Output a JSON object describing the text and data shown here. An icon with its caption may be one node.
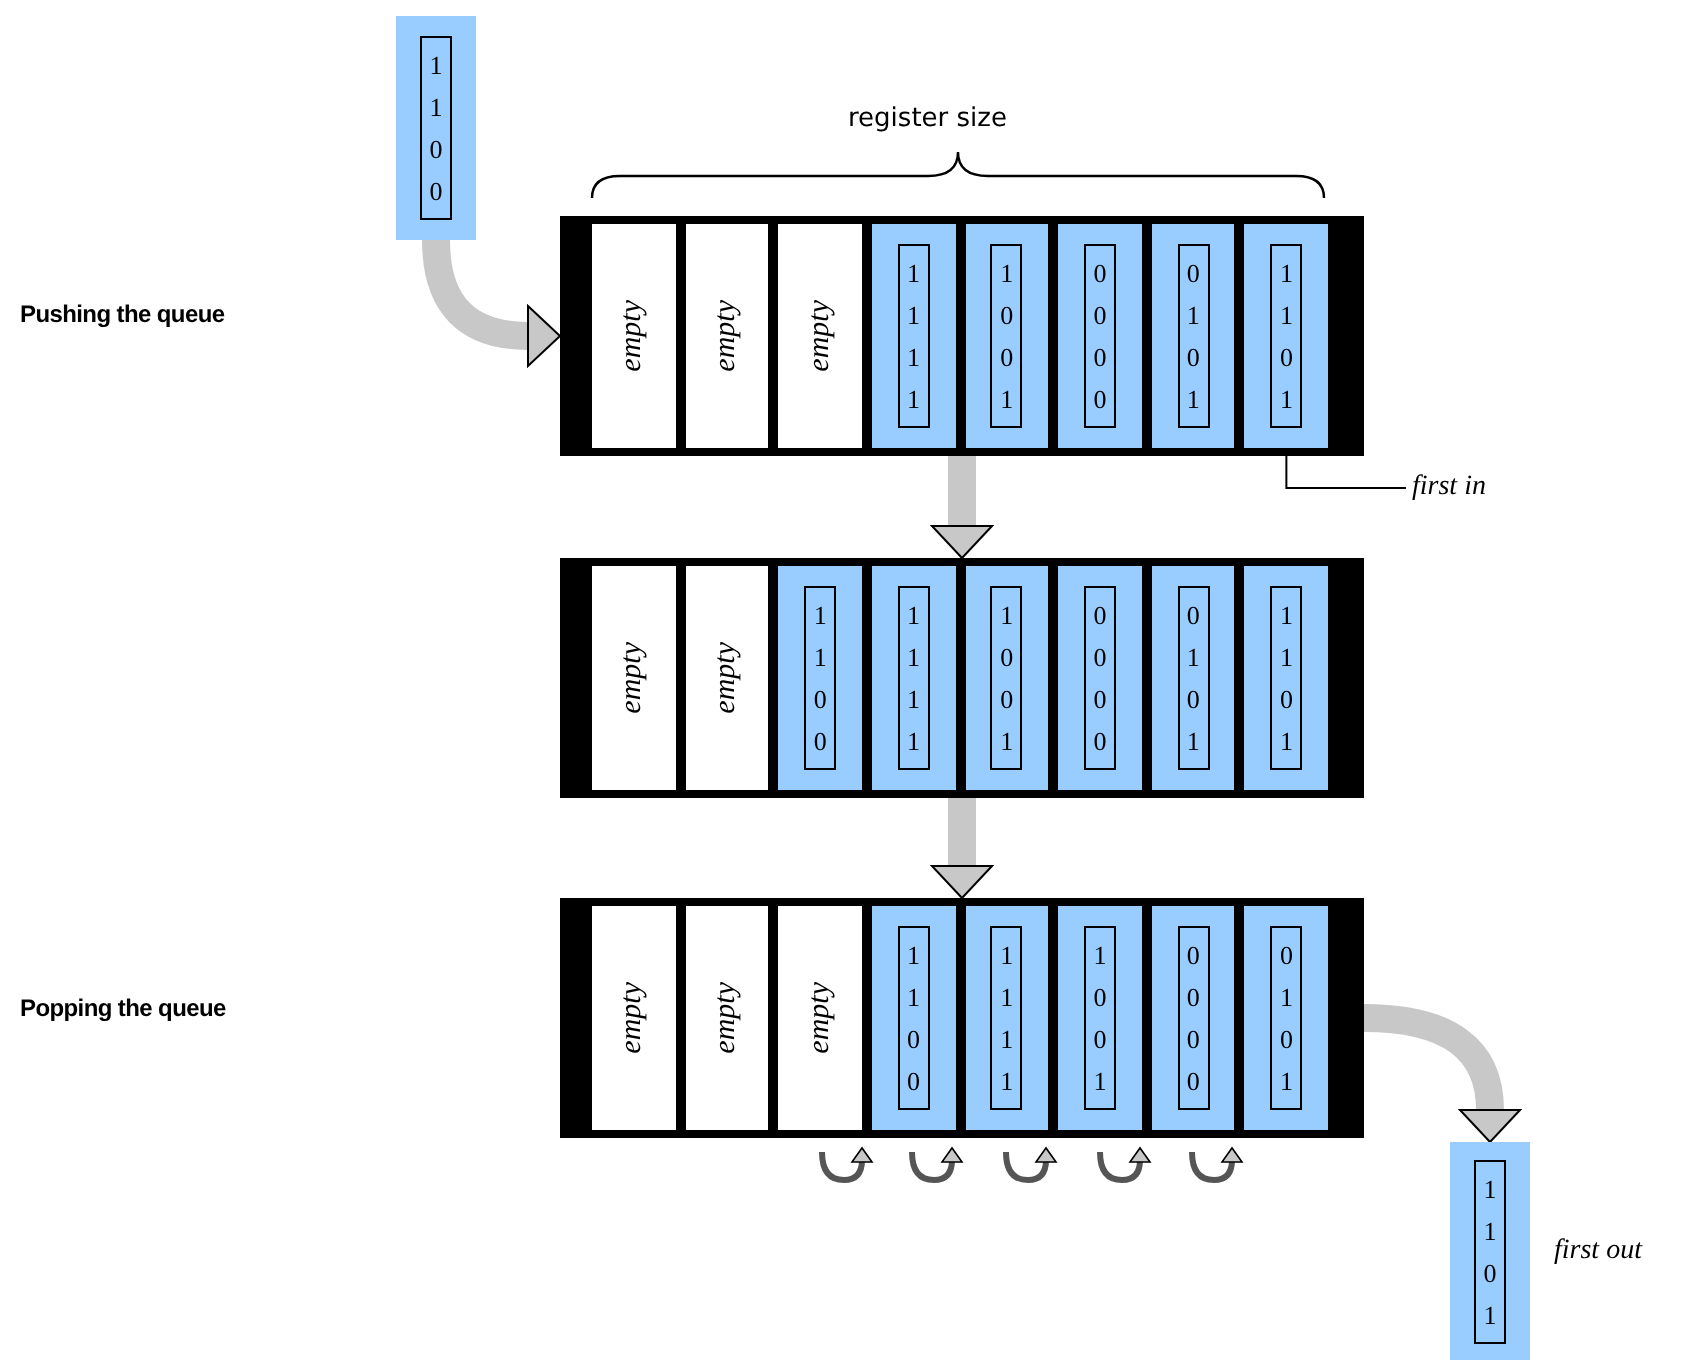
{
  "diagram": {
    "nodes": [
      {
        "text": [
          "1 1 0 0"
        ]
      },
      {
        "text": [],
        "shape": "bar"
      },
      {
        "text": [
          "empty"
        ],
        "in": 1
      },
      {
        "text": [
          "empty"
        ],
        "in": 1
      },
      {
        "text": [
          "empty"
        ],
        "in": 1
      },
      {
        "text": [
          "1 1 1 1"
        ],
        "in": 1
      },
      {
        "text": [
          "1 0 0 1"
        ],
        "in": 1
      },
      {
        "text": [
          "0 0 0 0"
        ],
        "in": 1
      },
      {
        "text": [
          "0 1 0 1"
        ],
        "in": 1
      },
      {
        "text": [
          "1 1 0 1"
        ],
        "in": 1
      },
      {
        "text": [
          "first in"
        ]
      },
      {
        "text": [],
        "shape": "bar"
      },
      {
        "text": [
          "empty"
        ],
        "in": 11
      },
      {
        "text": [
          "empty"
        ],
        "in": 11
      },
      {
        "text": [
          "1 1 0 0"
        ],
        "in": 11
      },
      {
        "text": [
          "1 1 1 1"
        ],
        "in": 11
      },
      {
        "text": [
          "1 0 0 1"
        ],
        "in": 11
      },
      {
        "text": [
          "0 0 0 0"
        ],
        "in": 11
      },
      {
        "text": [
          "0 1 0 1"
        ],
        "in": 11
      },
      {
        "text": [
          "1 1 0 1"
        ],
        "in": 11
      },
      {
        "text": [],
        "shape": "bar"
      },
      {
        "text": [
          "empty"
        ],
        "in": 20
      },
      {
        "text": [
          "empty"
        ],
        "in": 20
      },
      {
        "text": [
          "empty"
        ],
        "in": 20
      },
      {
        "text": [
          "1 1 0 0"
        ],
        "in": 20
      },
      {
        "text": [
          "1 1 1 1"
        ],
        "in": 20
      },
      {
        "text": [
          "1 0 0 1"
        ],
        "in": 20
      },
      {
        "text": [
          "0 0 0 0"
        ],
        "in": 20
      },
      {
        "text": [
          "0 1 0 1"
        ],
        "in": 20
      },
      {
        "text": [
          "1 1 0 1"
        ],
        "beside": [
          "first out"
        ]
      }
    ],
    "edges": [
      {
        "from": 0,
        "to": 1,
        "arrow": "to"
      },
      {
        "from": 1,
        "to": 11,
        "arrow": "to"
      },
      {
        "from": 11,
        "to": 20,
        "arrow": "to"
      },
      {
        "from": 20,
        "to": 29,
        "arrow": "to"
      },
      {
        "from": 10,
        "to": 9,
        "arrow": "none",
        "color": "#000000"
      }
    ],
    "labels": [
      "register size",
      "Pushing the queue",
      "Popping the queue"
    ]
  }
}
